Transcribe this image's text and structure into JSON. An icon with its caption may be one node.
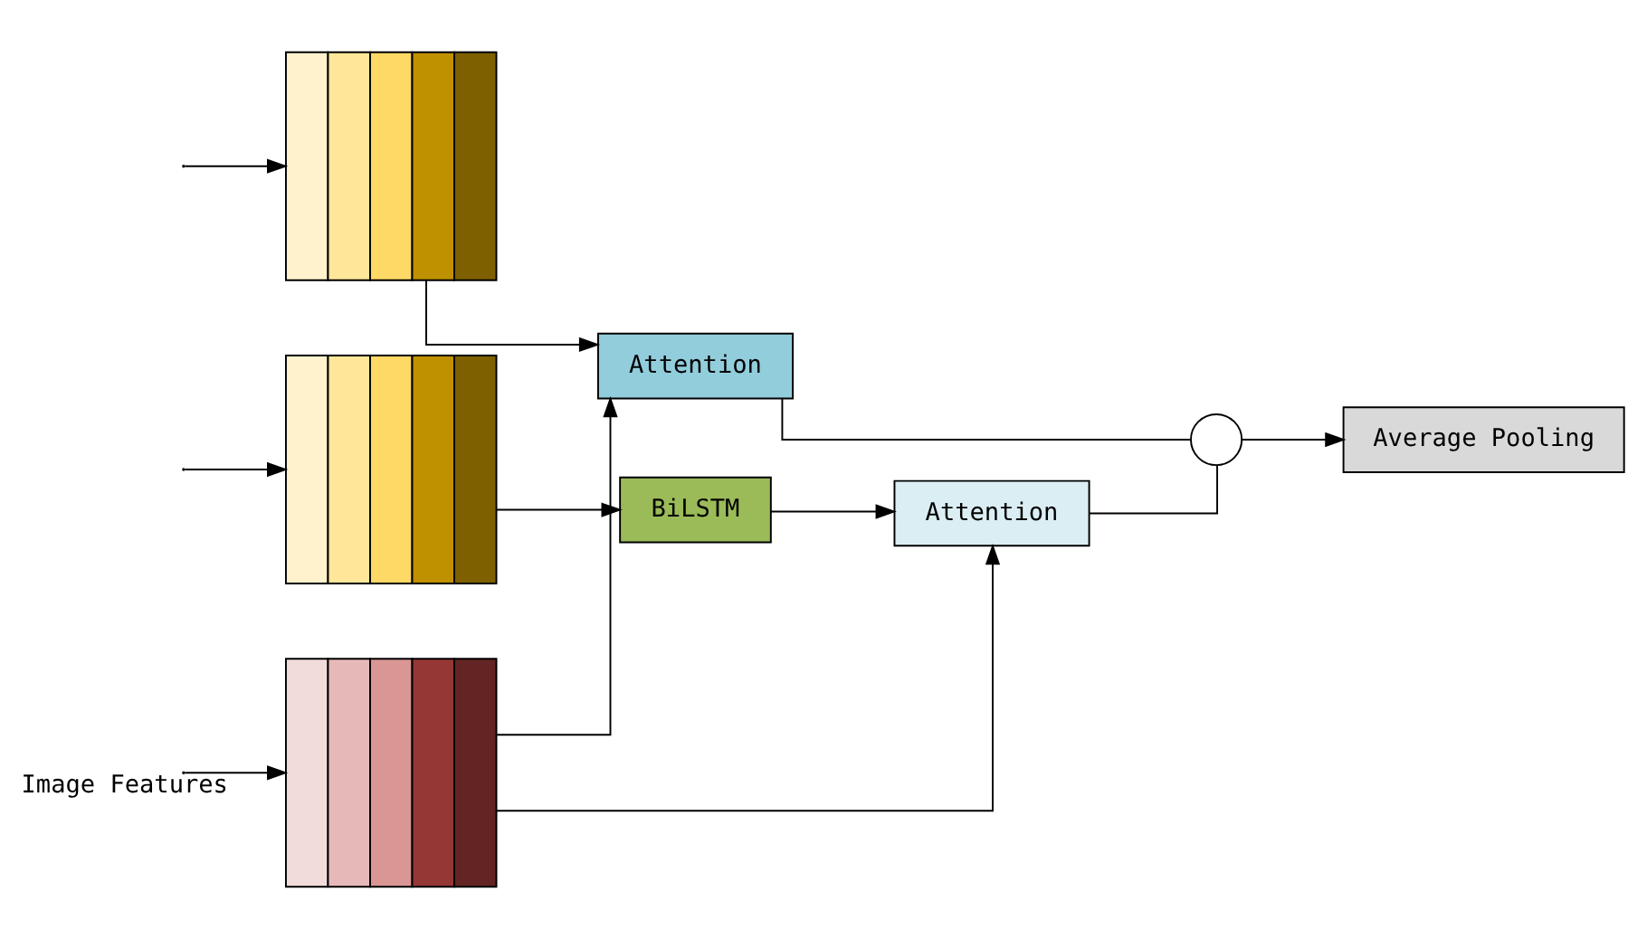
{
  "diagram": {
    "nodes": [
      {
        "text": [],
        "shape": "box"
      },
      {
        "text": [],
        "shape": "box"
      },
      {
        "text": [],
        "shape": "box"
      },
      {
        "text": [
          "Attention"
        ]
      },
      {
        "text": [
          "BiLSTM"
        ]
      },
      {
        "text": [
          "Attention"
        ]
      },
      {
        "text": [],
        "shape": "circle"
      },
      {
        "text": [
          "Average Pooling"
        ]
      }
    ],
    "edges": [
      {
        "from": null,
        "to": 0,
        "arrow": "to"
      },
      {
        "from": null,
        "to": 1,
        "arrow": "to"
      },
      {
        "from": null,
        "to": 2,
        "arrow": "to",
        "label": "Image Features"
      },
      {
        "from": 0,
        "to": 3,
        "arrow": "to"
      },
      {
        "from": 1,
        "to": 4,
        "arrow": "to"
      },
      {
        "from": 4,
        "to": 5,
        "arrow": "to"
      },
      {
        "from": 2,
        "to": 3,
        "arrow": "to"
      },
      {
        "from": 2,
        "to": 5,
        "arrow": "to"
      },
      {
        "from": 3,
        "to": 6,
        "arrow": "none"
      },
      {
        "from": 5,
        "to": 6,
        "arrow": "none"
      },
      {
        "from": 6,
        "to": 7,
        "arrow": "to"
      }
    ]
  }
}
